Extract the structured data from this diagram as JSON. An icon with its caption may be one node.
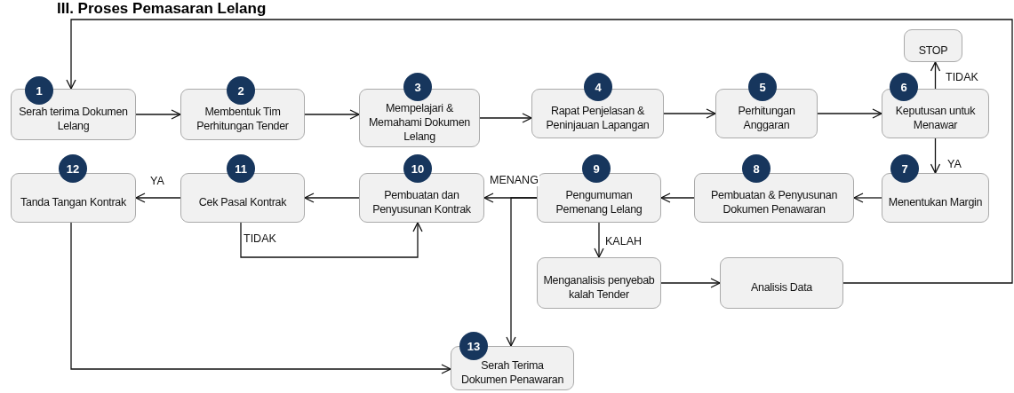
{
  "diagram": {
    "title": "III. Proses Pemasaran Lelang",
    "nodes": [
      {
        "text": [
          "Serah terima Dokumen Lelang"
        ]
      },
      {
        "text": [
          "Membentuk Tim Perhitungan Tender"
        ]
      },
      {
        "text": [
          "Mempelajari & Memahami Dokumen Lelang"
        ]
      },
      {
        "text": [
          "Rapat Penjelasan & Peninjauan Lapangan"
        ]
      },
      {
        "text": [
          "Perhitungan Anggaran"
        ]
      },
      {
        "text": [
          "Keputusan untuk Menawar"
        ]
      },
      {
        "text": [
          "STOP"
        ]
      },
      {
        "text": [
          "Menentukan Margin"
        ]
      },
      {
        "text": [
          "Pembuatan & Penyusunan Dokumen Penawaran"
        ]
      },
      {
        "text": [
          "Pengumuman Pemenang Lelang"
        ]
      },
      {
        "text": [
          "Pembuatan dan Penyusunan Kontrak"
        ]
      },
      {
        "text": [
          "Cek Pasal Kontrak"
        ]
      },
      {
        "text": [
          "Tanda Tangan Kontrak"
        ]
      },
      {
        "text": [
          "Menganalisis penyebab kalah Tender"
        ]
      },
      {
        "text": [
          "Analisis Data"
        ]
      },
      {
        "text": [
          "Serah Terima Dokumen Penawaran"
        ]
      },
      {
        "text": [
          "1"
        ]
      },
      {
        "text": [
          "2"
        ]
      },
      {
        "text": [
          "3"
        ]
      },
      {
        "text": [
          "4"
        ]
      },
      {
        "text": [
          "5"
        ]
      },
      {
        "text": [
          "6"
        ]
      },
      {
        "text": [
          "7"
        ]
      },
      {
        "text": [
          "8"
        ]
      },
      {
        "text": [
          "9"
        ]
      },
      {
        "text": [
          "10"
        ]
      },
      {
        "text": [
          "11"
        ]
      },
      {
        "text": [
          "12"
        ]
      },
      {
        "text": [
          "13"
        ]
      }
    ],
    "edges": [
      {
        "from": 0,
        "to": 1,
        "arrow": "to"
      },
      {
        "from": 1,
        "to": 2,
        "arrow": "to"
      },
      {
        "from": 2,
        "to": 3,
        "arrow": "to"
      },
      {
        "from": 3,
        "to": 4,
        "arrow": "to"
      },
      {
        "from": 4,
        "to": 5,
        "arrow": "to"
      },
      {
        "from": 5,
        "to": 6,
        "arrow": "to",
        "label": "TIDAK"
      },
      {
        "from": 5,
        "to": 7,
        "arrow": "to",
        "label": "YA"
      },
      {
        "from": 7,
        "to": 8,
        "arrow": "to"
      },
      {
        "from": 8,
        "to": 9,
        "arrow": "to"
      },
      {
        "from": 9,
        "to": 10,
        "arrow": "to",
        "label": "MENANG"
      },
      {
        "from": 9,
        "to": 15,
        "arrow": "to"
      },
      {
        "from": 10,
        "to": 11,
        "arrow": "to"
      },
      {
        "from": 11,
        "to": 12,
        "arrow": "to",
        "label": "YA"
      },
      {
        "from": 11,
        "to": 10,
        "arrow": "to",
        "label": "TIDAK"
      },
      {
        "from": 9,
        "to": 13,
        "arrow": "to",
        "label": "KALAH"
      },
      {
        "from": 13,
        "to": 14,
        "arrow": "to"
      },
      {
        "from": 14,
        "to": 0,
        "arrow": "to"
      },
      {
        "from": 12,
        "to": 15,
        "arrow": "to"
      }
    ]
  }
}
